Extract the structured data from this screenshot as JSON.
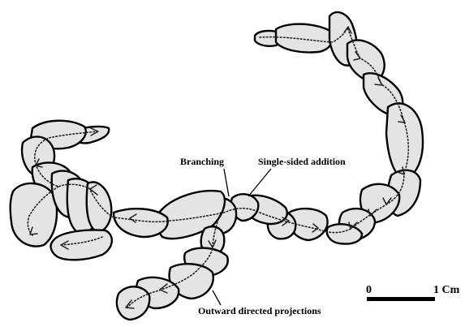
{
  "labels": {
    "branching": "Branching",
    "single_sided_addition": "Single-sided addition",
    "outward_projections": "Outward directed projections"
  },
  "scale_bar": {
    "start": "0",
    "end": "1 Cm"
  }
}
